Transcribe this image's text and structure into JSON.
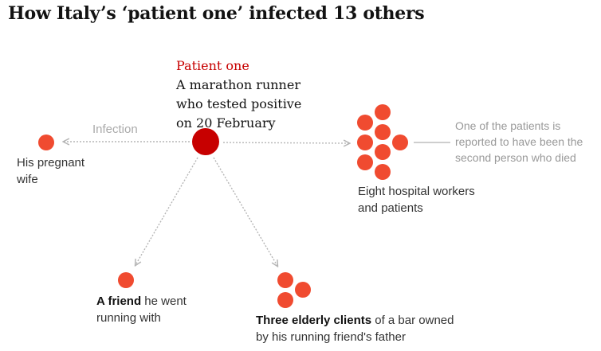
{
  "title": "How Italy’s ‘patient one’ infected 13 others",
  "patient_one": {
    "heading": "Patient one",
    "description_lines": [
      "A marathon runner",
      "who tested positive",
      "on 20 February"
    ]
  },
  "edge_label": "Infection",
  "nodes": {
    "wife": {
      "lines": [
        "His pregnant",
        "wife"
      ]
    },
    "hospital": {
      "lines": [
        "Eight hospital workers",
        "and patients"
      ]
    },
    "hospital_note": {
      "lines": [
        "One of the patients is",
        "reported to have been the",
        "second person who died"
      ]
    },
    "friend": {
      "bold": "A friend",
      "rest": " he went",
      "line2": "running with"
    },
    "elderly": {
      "bold": "Three elderly clients",
      "rest": " of a bar owned",
      "line2": "by his running friend's father"
    }
  },
  "colors": {
    "patient_one": "#c70000",
    "infected": "#f04b30",
    "arrow": "#b5b5b5",
    "note_line": "#bdbdbd"
  }
}
